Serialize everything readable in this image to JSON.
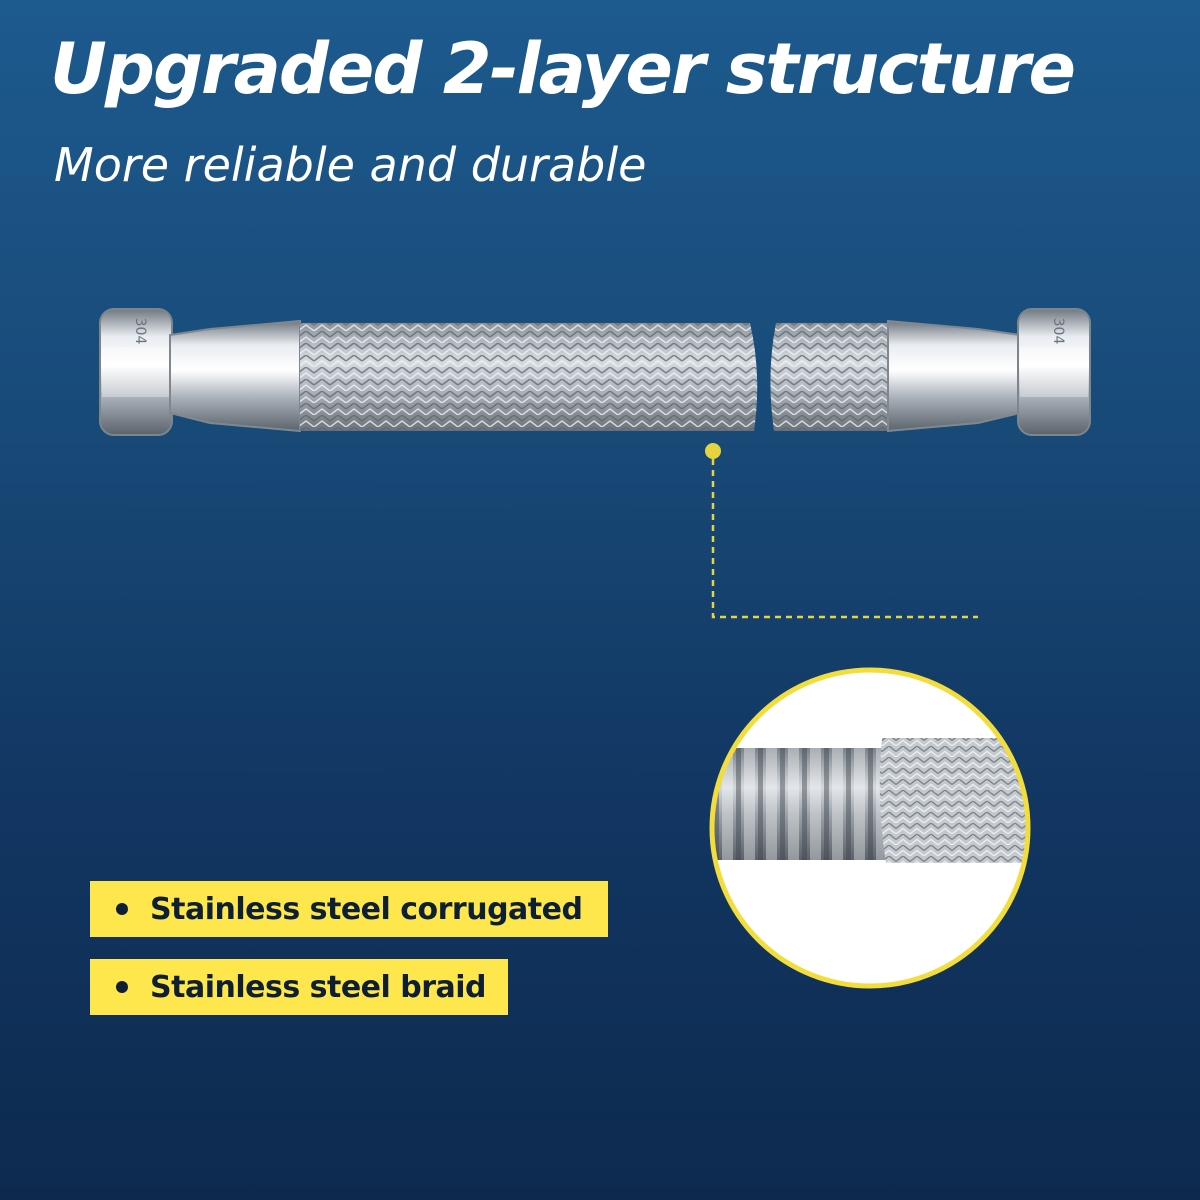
{
  "headline": "Upgraded 2-layer structure",
  "subheadline": "More reliable and durable",
  "nut_marking": "304",
  "features": [
    "Stainless steel corrugated",
    "Stainless steel braid"
  ],
  "colors": {
    "background_top": "#1d5a8e",
    "background_bottom": "#0d2a4e",
    "accent_yellow": "#fde74c",
    "text_white": "#ffffff",
    "text_dark": "#0f1f33"
  },
  "icons": {
    "product": "braided-hose-illustration",
    "callout": "callout-dot-icon",
    "bullet": "bullet-dot-icon"
  }
}
